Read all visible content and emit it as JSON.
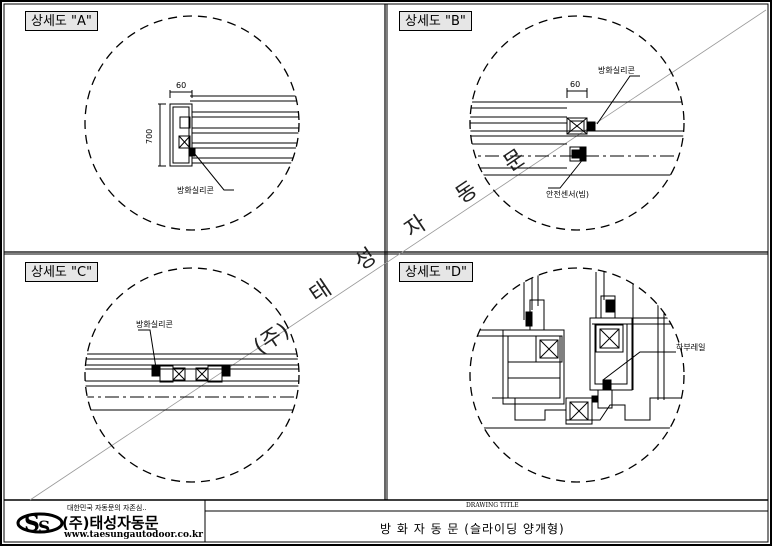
{
  "panels": [
    {
      "label": "상세도 \"A\""
    },
    {
      "label": "상세도 \"B\""
    },
    {
      "label": "상세도 \"C\""
    },
    {
      "label": "상세도 \"D\""
    }
  ],
  "detail_a": {
    "width_dim": "60",
    "height_dim": "700",
    "note": "방화실리콘"
  },
  "detail_b": {
    "width_dim": "60",
    "note_top": "방화실리콘",
    "note_bottom": "안전센서(빔)"
  },
  "detail_c": {
    "note": "방화실리콘"
  },
  "detail_d": {
    "note": "하부레일"
  },
  "watermark": [
    "(주)",
    "태",
    "성",
    "자",
    "동",
    "문"
  ],
  "title_block": {
    "company_small": "대한민국 자동문의 자존심..",
    "company_name": "(주)태성자동문",
    "website": "www.taesungautodoor.co.kr",
    "drawing_title_label": "DRAWING TITLE",
    "drawing_title": "방 화 자 동 문 (슬라이딩 양개형)"
  }
}
